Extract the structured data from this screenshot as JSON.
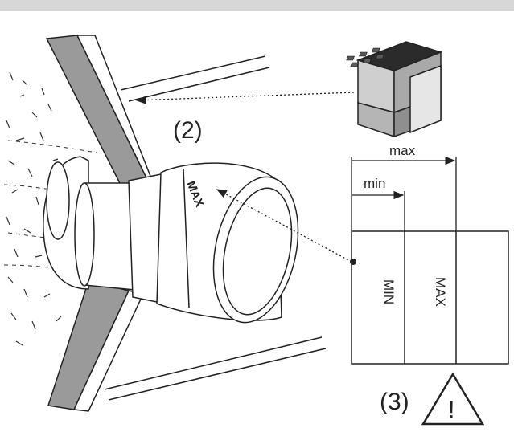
{
  "labels": {
    "step2": "(2)",
    "step3": "(3)",
    "dim_max": "max",
    "dim_min": "min",
    "ring_mark": "MAX",
    "strip_min": "MIN",
    "strip_max": "MAX",
    "warning_symbol": "!"
  },
  "colors": {
    "wall": "#9a9a9a",
    "line": "#222222",
    "header_bar": "#d7d7d7"
  },
  "icons": {
    "warning": "warning-triangle-icon",
    "block": "hollow-brick-icon"
  }
}
